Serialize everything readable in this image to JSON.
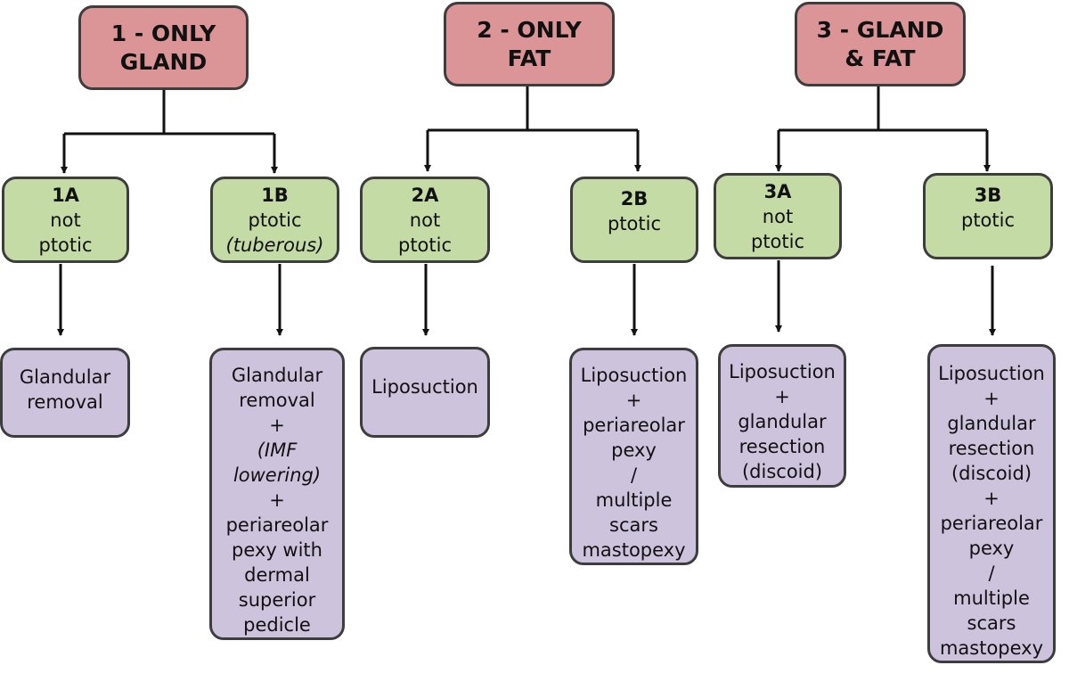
{
  "groups": [
    {
      "title": [
        "1 - ONLY",
        "GLAND"
      ],
      "branches": [
        {
          "code": "1A",
          "desc": [
            "not",
            "ptotic"
          ],
          "desc_italic": [
            false,
            false
          ],
          "treatment": [
            "Glandular",
            "removal"
          ],
          "treatment_italic": [
            false,
            false
          ]
        },
        {
          "code": "1B",
          "desc": [
            "ptotic",
            "(tuberous)"
          ],
          "desc_italic": [
            false,
            true
          ],
          "treatment": [
            "Glandular",
            "removal",
            "+",
            "(IMF",
            "lowering)",
            "+",
            "periareolar",
            "pexy with",
            "dermal",
            "superior",
            "pedicle"
          ],
          "treatment_italic": [
            false,
            false,
            false,
            true,
            true,
            false,
            false,
            false,
            false,
            false,
            false
          ]
        }
      ]
    },
    {
      "title": [
        "2 - ONLY",
        "FAT"
      ],
      "branches": [
        {
          "code": "2A",
          "desc": [
            "not",
            "ptotic"
          ],
          "desc_italic": [
            false,
            false
          ],
          "treatment": [
            "Liposuction"
          ],
          "treatment_italic": [
            false
          ]
        },
        {
          "code": "2B",
          "desc": [
            "ptotic"
          ],
          "desc_italic": [
            false
          ],
          "treatment": [
            "Liposuction",
            "+",
            "periareolar",
            "pexy",
            "/",
            "multiple",
            "scars",
            "mastopexy"
          ],
          "treatment_italic": [
            false,
            false,
            false,
            false,
            false,
            false,
            false,
            false
          ]
        }
      ]
    },
    {
      "title": [
        "3 - GLAND",
        "& FAT"
      ],
      "branches": [
        {
          "code": "3A",
          "desc": [
            "not",
            "ptotic"
          ],
          "desc_italic": [
            false,
            false
          ],
          "treatment": [
            "Liposuction",
            "+",
            "glandular",
            "resection",
            "(discoid)"
          ],
          "treatment_italic": [
            false,
            false,
            false,
            false,
            false
          ]
        },
        {
          "code": "3B",
          "desc": [
            "ptotic"
          ],
          "desc_italic": [
            false
          ],
          "treatment": [
            "Liposuction",
            "+",
            "glandular",
            "resection",
            "(discoid)",
            "+",
            "periareolar",
            "pexy",
            "/",
            "multiple",
            "scars",
            "mastopexy"
          ],
          "treatment_italic": [
            false,
            false,
            false,
            false,
            false,
            false,
            false,
            false,
            false,
            false,
            false,
            false
          ]
        }
      ]
    }
  ]
}
